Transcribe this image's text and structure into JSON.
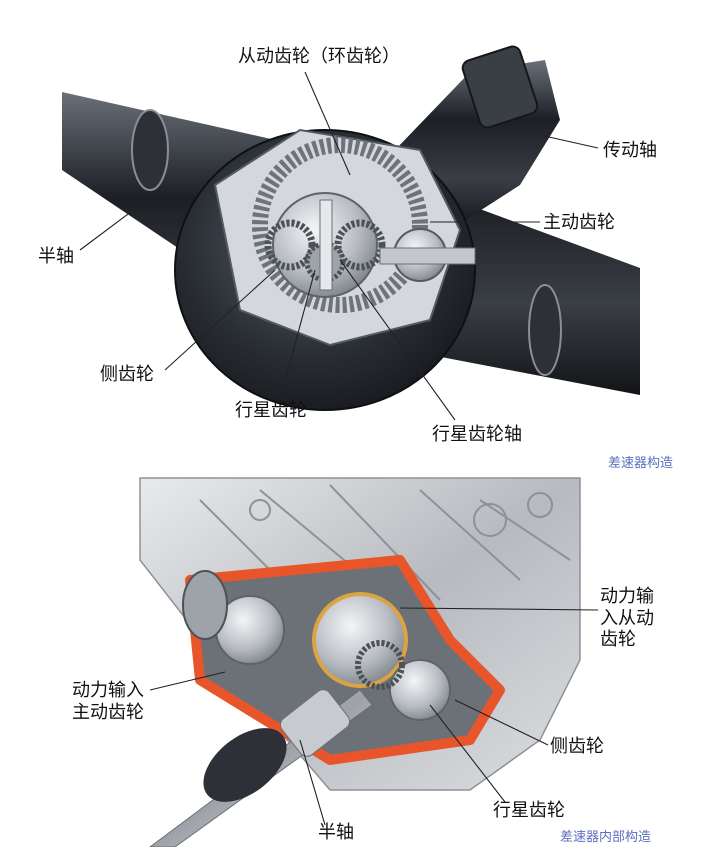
{
  "top_diagram": {
    "labels": {
      "ring_gear": "从动齿轮（环齿轮）",
      "drive_shaft": "传动轴",
      "half_shaft": "半轴",
      "pinion_gear": "主动齿轮",
      "side_gear": "侧齿轮",
      "planet_gear": "行星齿轮",
      "planet_shaft": "行星齿轮轴"
    },
    "caption": "差速器构造"
  },
  "bottom_diagram": {
    "labels": {
      "input_driven_line1": "动力输",
      "input_driven_line2": "入从动",
      "input_driven_line3": "齿轮",
      "input_drive_line1": "动力输入",
      "input_drive_line2": "主动齿轮",
      "side_gear": "侧齿轮",
      "planet_gear": "行星齿轮",
      "half_shaft": "半轴"
    },
    "caption": "差速器内部构造"
  },
  "colors": {
    "housing_dark": "#2b2f36",
    "metal_light": "#c9ccd1",
    "cutaway_orange": "#e8552a",
    "caption_blue": "#5b6fc0",
    "leader_line": "#222222"
  }
}
